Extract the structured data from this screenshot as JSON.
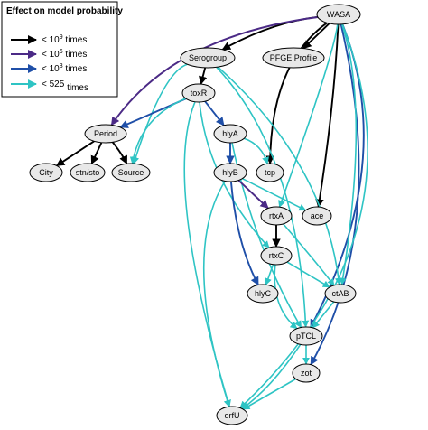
{
  "legend": {
    "title": "Effect on model probability",
    "items": [
      {
        "prefix": "< 10",
        "sup": "9",
        "suffix": " times",
        "color": "#000000"
      },
      {
        "prefix": "< 10",
        "sup": "6",
        "suffix": " times",
        "color": "#4b2a86"
      },
      {
        "prefix": "< 10",
        "sup": "3",
        "suffix": " times",
        "color": "#1f4fa8"
      },
      {
        "prefix": "< 525",
        "sup": "",
        "suffix": " times",
        "color": "#2ec4c4"
      }
    ]
  },
  "nodes": {
    "wasa": "WASA",
    "serogroup": "Serogroup",
    "pfge": "PFGE Profile",
    "toxr": "toxR",
    "period": "Period",
    "hlya": "hlyA",
    "city": "City",
    "stnsto": "stn/sto",
    "source": "Source",
    "hlyb": "hlyB",
    "tcp": "tcp",
    "rtxa": "rtxA",
    "ace": "ace",
    "rtxc": "rtxC",
    "hlyc": "hlyC",
    "ctab": "ctAB",
    "ptcl": "pTCL",
    "zot": "zot",
    "orfu": "orfU"
  },
  "edges": [
    {
      "from": "wasa",
      "to": "serogroup",
      "strength": 0
    },
    {
      "from": "wasa",
      "to": "pfge",
      "strength": 0
    },
    {
      "from": "wasa",
      "to": "tcp",
      "strength": 0
    },
    {
      "from": "wasa",
      "to": "ace",
      "strength": 0
    },
    {
      "from": "wasa",
      "to": "period",
      "strength": 1
    },
    {
      "from": "wasa",
      "to": "ptcl",
      "strength": 2
    },
    {
      "from": "wasa",
      "to": "zot",
      "strength": 2
    },
    {
      "from": "wasa",
      "to": "rtxa",
      "strength": 3
    },
    {
      "from": "wasa",
      "to": "ctab",
      "strength": 3
    },
    {
      "from": "wasa",
      "to": "orfu",
      "strength": 3
    },
    {
      "from": "serogroup",
      "to": "toxr",
      "strength": 0
    },
    {
      "from": "serogroup",
      "to": "source",
      "strength": 3
    },
    {
      "from": "serogroup",
      "to": "ctab",
      "strength": 3
    },
    {
      "from": "serogroup",
      "to": "ptcl",
      "strength": 3
    },
    {
      "from": "toxr",
      "to": "period",
      "strength": 2
    },
    {
      "from": "toxr",
      "to": "hlya",
      "strength": 2
    },
    {
      "from": "toxr",
      "to": "source",
      "strength": 3
    },
    {
      "from": "toxr",
      "to": "rtxc",
      "strength": 3
    },
    {
      "from": "toxr",
      "to": "orfu",
      "strength": 3
    },
    {
      "from": "period",
      "to": "city",
      "strength": 0
    },
    {
      "from": "period",
      "to": "stnsto",
      "strength": 0
    },
    {
      "from": "period",
      "to": "source",
      "strength": 0
    },
    {
      "from": "hlya",
      "to": "hlyb",
      "strength": 2
    },
    {
      "from": "hlya",
      "to": "tcp",
      "strength": 3
    },
    {
      "from": "hlya",
      "to": "ptcl",
      "strength": 3
    },
    {
      "from": "hlyb",
      "to": "rtxa",
      "strength": 1
    },
    {
      "from": "hlyb",
      "to": "hlyc",
      "strength": 2
    },
    {
      "from": "hlyb",
      "to": "ace",
      "strength": 3
    },
    {
      "from": "hlyb",
      "to": "orfu",
      "strength": 3
    },
    {
      "from": "rtxa",
      "to": "rtxc",
      "strength": 0
    },
    {
      "from": "rtxa",
      "to": "ctab",
      "strength": 3
    },
    {
      "from": "rtxc",
      "to": "hlyc",
      "strength": 3
    },
    {
      "from": "rtxc",
      "to": "ctab",
      "strength": 3
    },
    {
      "from": "rtxc",
      "to": "ptcl",
      "strength": 3
    },
    {
      "from": "ctab",
      "to": "ptcl",
      "strength": 3
    },
    {
      "from": "ptcl",
      "to": "zot",
      "strength": 3
    },
    {
      "from": "ptcl",
      "to": "orfu",
      "strength": 3
    },
    {
      "from": "zot",
      "to": "orfu",
      "strength": 3
    }
  ]
}
